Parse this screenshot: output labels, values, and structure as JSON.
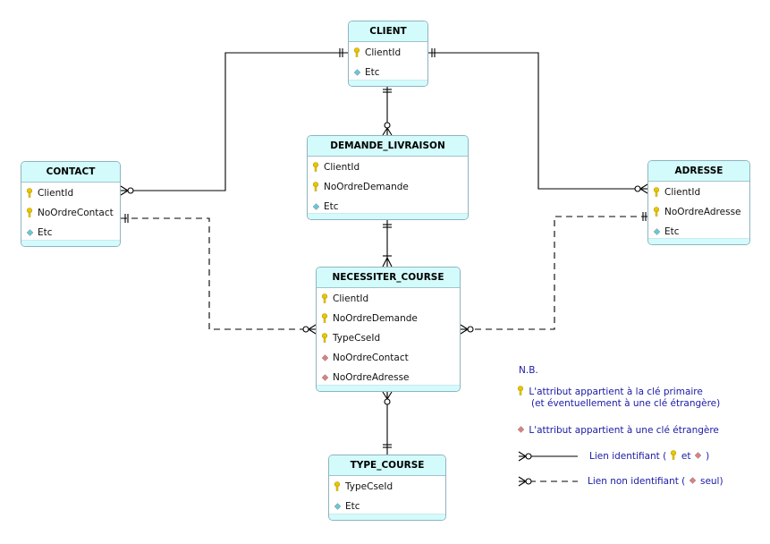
{
  "entities": [
    {
      "id": "client",
      "title": "CLIENT",
      "rows": [
        {
          "name": "ClientId",
          "kind": "pk"
        },
        {
          "name": "Etc",
          "kind": "attr"
        }
      ]
    },
    {
      "id": "demande",
      "title": "DEMANDE_LIVRAISON",
      "rows": [
        {
          "name": "ClientId",
          "kind": "pk"
        },
        {
          "name": "NoOrdreDemande",
          "kind": "pk"
        },
        {
          "name": "Etc",
          "kind": "attr"
        }
      ]
    },
    {
      "id": "contact",
      "title": "CONTACT",
      "rows": [
        {
          "name": "ClientId",
          "kind": "pk"
        },
        {
          "name": "NoOrdreContact",
          "kind": "pk"
        },
        {
          "name": "Etc",
          "kind": "attr"
        }
      ]
    },
    {
      "id": "adresse",
      "title": "ADRESSE",
      "rows": [
        {
          "name": "ClientId",
          "kind": "pk"
        },
        {
          "name": "NoOrdreAdresse",
          "kind": "pk"
        },
        {
          "name": "Etc",
          "kind": "attr"
        }
      ]
    },
    {
      "id": "necessiter",
      "title": "NECESSITER_COURSE",
      "rows": [
        {
          "name": "ClientId",
          "kind": "pk"
        },
        {
          "name": "NoOrdreDemande",
          "kind": "pk"
        },
        {
          "name": "TypeCseId",
          "kind": "pk"
        },
        {
          "name": "NoOrdreContact",
          "kind": "fk"
        },
        {
          "name": "NoOrdreAdresse",
          "kind": "fk"
        }
      ]
    },
    {
      "id": "type",
      "title": "TYPE_COURSE",
      "rows": [
        {
          "name": "TypeCseId",
          "kind": "pk"
        },
        {
          "name": "Etc",
          "kind": "attr"
        }
      ]
    }
  ],
  "legend": {
    "nb": "N.B.",
    "pk_line1": "L'attribut appartient à la clé primaire",
    "pk_line2": "(et éventuellement à une clé étrangère)",
    "fk": "L'attribut appartient à une clé étrangère",
    "ident_a": "Lien identifiant (",
    "ident_et": "et",
    "ident_b": ")",
    "nonident_a": "Lien non identifiant (",
    "nonident_b": "seul)"
  },
  "colors": {
    "pk": "#e8c800",
    "fk": "#d98080",
    "attr": "#66c8d4",
    "header": "#d3fbfb",
    "border": "#8eb4bf",
    "legend_text": "#1a1aa6"
  }
}
